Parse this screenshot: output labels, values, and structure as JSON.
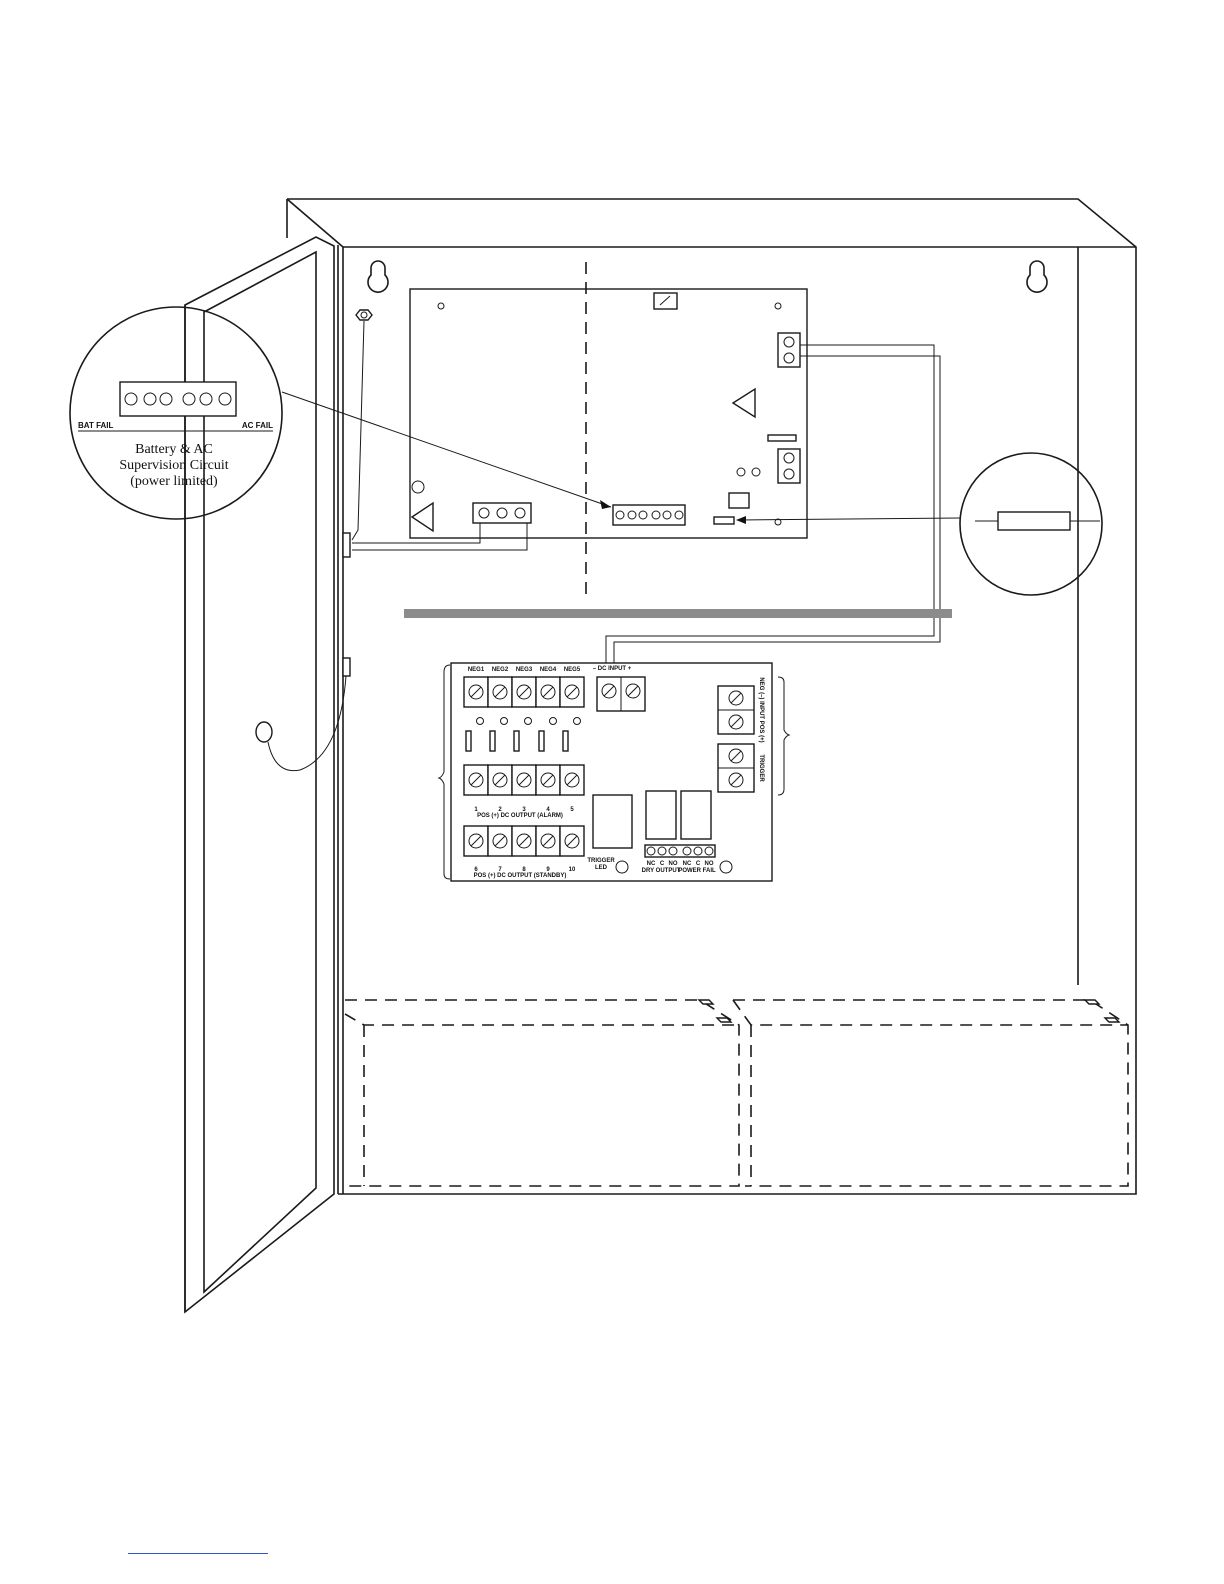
{
  "callout_left": {
    "bat_fail": "BAT FAIL",
    "ac_fail": "AC FAIL",
    "caption_line1": "Battery & AC",
    "caption_line2": "Supervision Circuit",
    "caption_line3": "(power limited)"
  },
  "distribution_board": {
    "neg_labels": [
      "NEG1",
      "NEG2",
      "NEG3",
      "NEG4",
      "NEG5"
    ],
    "dc_input": "– DC INPUT +",
    "alarm_numbers": [
      "1",
      "2",
      "3",
      "4",
      "5"
    ],
    "alarm_output": "POS (+) DC OUTPUT (ALARM)",
    "standby_numbers": [
      "6",
      "7",
      "8",
      "9",
      "10"
    ],
    "standby_output": "POS (+) DC OUTPUT (STANDBY)",
    "trigger_led_line1": "TRIGGER",
    "trigger_led_line2": "LED",
    "contact_labels": [
      "NC",
      "C",
      "NO",
      "NC",
      "C",
      "NO"
    ],
    "dry_output": "DRY OUTPUT",
    "power_fail": "POWER FAIL",
    "input_label": "NEG (–) INPUT POS (+)",
    "trigger_label": "TRIGGER"
  }
}
